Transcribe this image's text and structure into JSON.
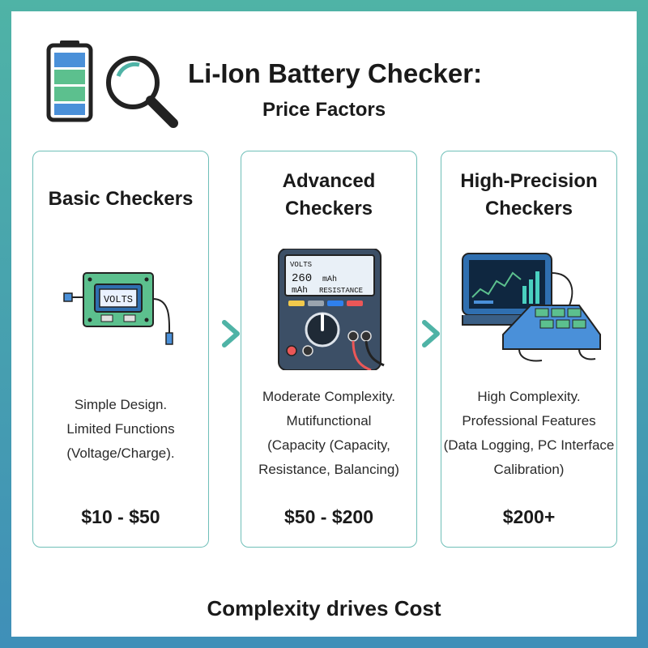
{
  "header": {
    "title": "Li-Ion Battery Checker:",
    "subtitle": "Price Factors",
    "icons": [
      "battery-icon",
      "magnifier-icon"
    ]
  },
  "cards": [
    {
      "title_lines": [
        "Basic Checkers"
      ],
      "illustration": "basic-tester-icon",
      "display_text": "VOLTS",
      "desc_lines": [
        "Simple Design.",
        "Limited Functions",
        "(Voltage/Charge)."
      ],
      "price": "$10 - $50"
    },
    {
      "title_lines": [
        "Advanced",
        "Checkers"
      ],
      "illustration": "multimeter-icon",
      "display_text": [
        "VOLTS",
        "260",
        "mAh",
        "RESISTANCE"
      ],
      "desc_lines": [
        "Moderate Complexity.",
        "Mutifunctional",
        "(Capacity (Capacity,",
        "Resistance, Balancing)"
      ],
      "price": "$50 - $200"
    },
    {
      "title_lines": [
        "High-Precision",
        "Checkers"
      ],
      "illustration": "analyzer-station-icon",
      "desc_lines": [
        "High Complexity.",
        "Professional Features",
        "(Data Logging, PC Interface",
        "Calibration)"
      ],
      "price": "$200+"
    }
  ],
  "footer": {
    "text": "Complexity drives Cost"
  },
  "colors": {
    "accent_teal": "#4fb3a6",
    "accent_blue": "#3f8fb8",
    "card_border": "#6fbfb8",
    "battery_green": "#5cc08e",
    "battery_blue": "#4a90d9"
  }
}
